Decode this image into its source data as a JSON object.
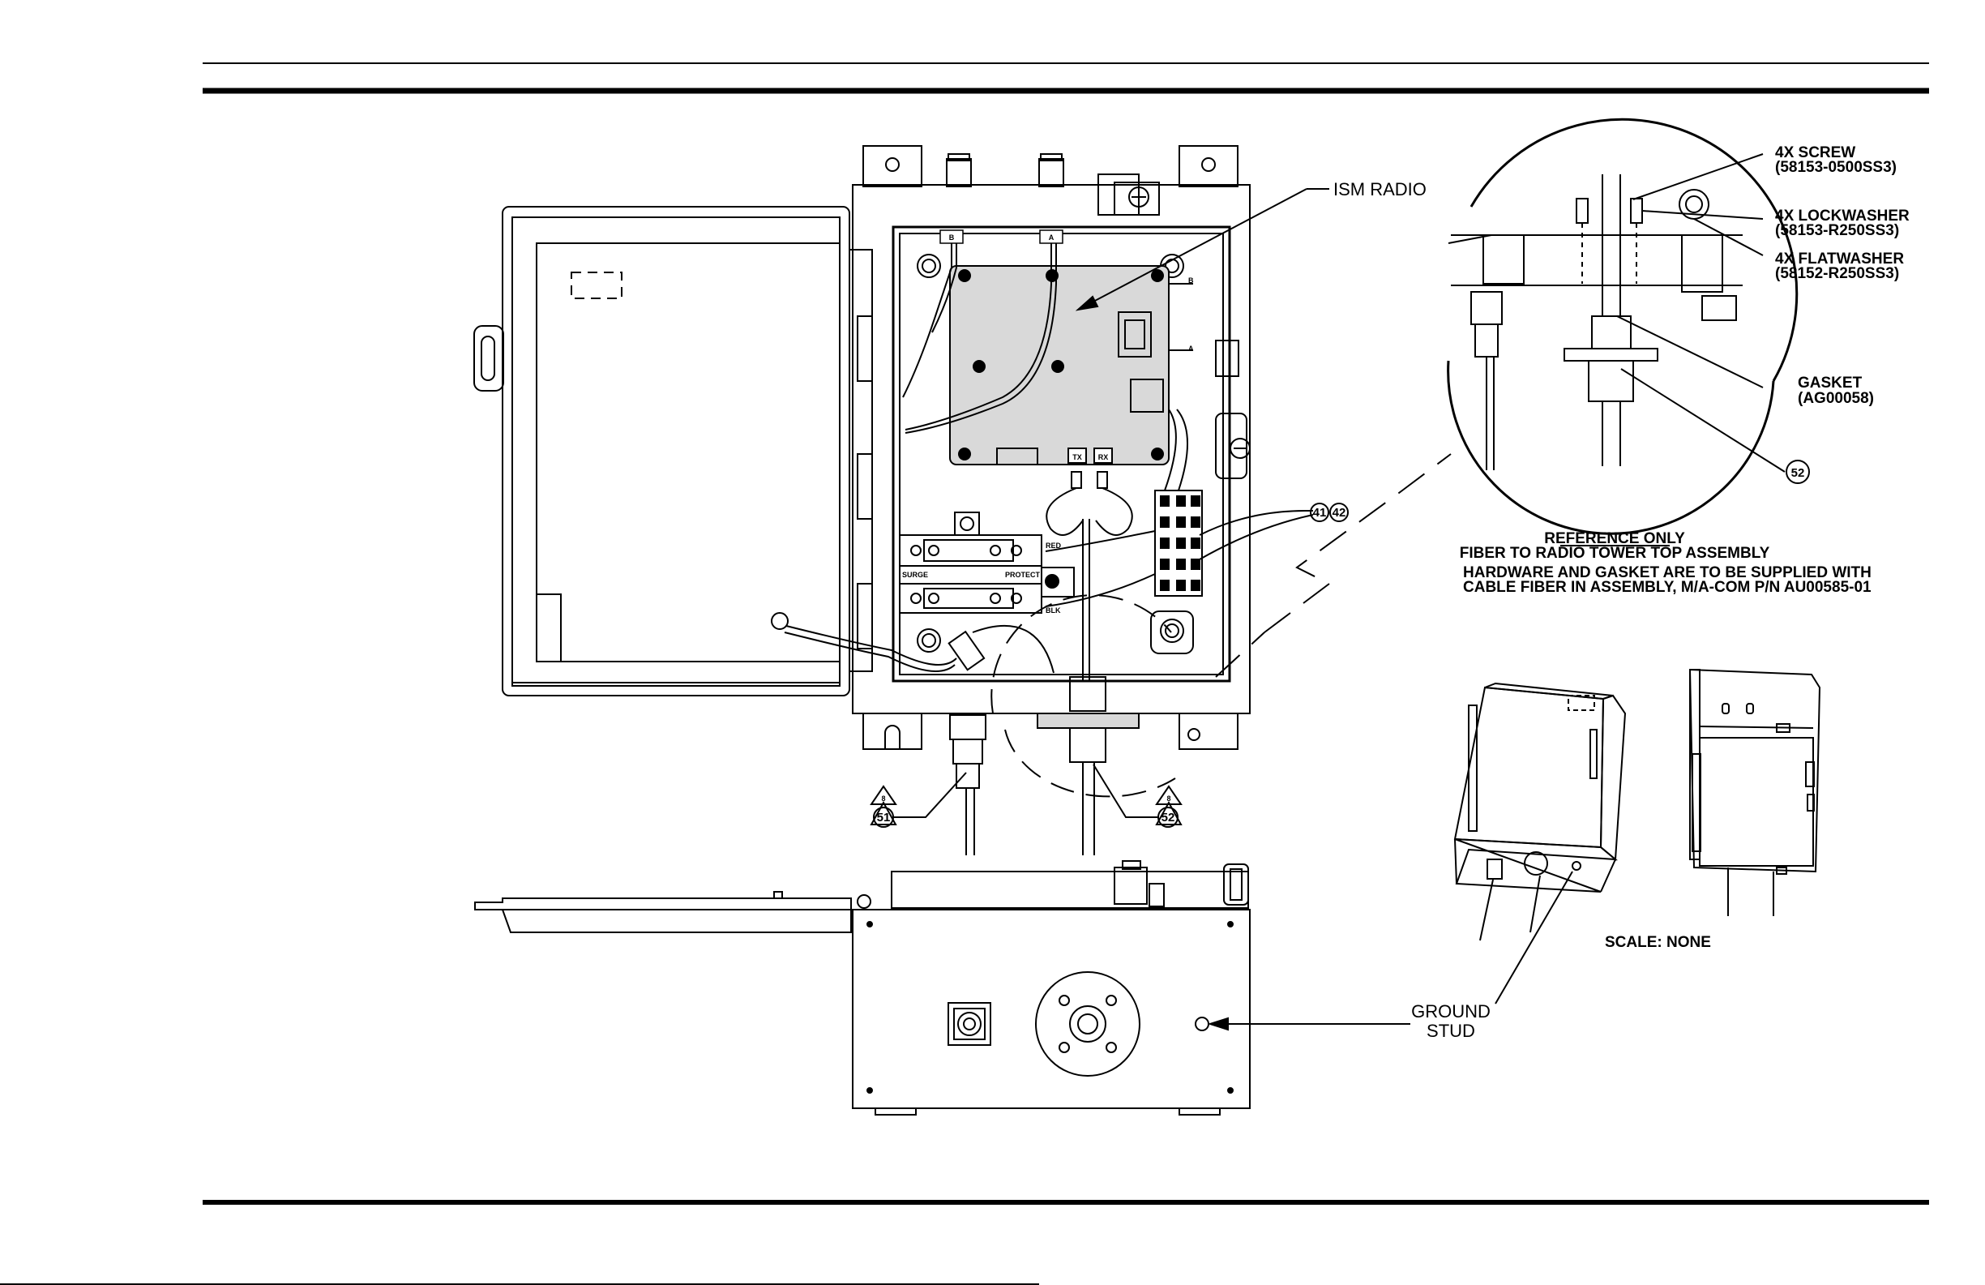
{
  "labels": {
    "ism_radio": "ISM RADIO",
    "screw": "4X SCREW",
    "screw_pn": "(58153-0500SS3)",
    "lockwasher": "4X LOCKWASHER",
    "lockwasher_pn": "(58153-R250SS3)",
    "flatwasher": "4X FLATWASHER",
    "flatwasher_pn": "(58152-R250SS3)",
    "gasket": "GASKET",
    "gasket_pn": "(AG00058)",
    "ref_title": "REFERENCE ONLY",
    "ref_sub": "FIBER TO RADIO TOWER TOP ASSEMBLY",
    "ref_note1": "HARDWARE AND GASKET ARE TO BE SUPPLIED WITH",
    "ref_note2": "CABLE FIBER IN ASSEMBLY, M/A-COM P/N AU00585-01",
    "scale": "SCALE: NONE",
    "ground1": "GROUND",
    "ground2": "STUD",
    "conn_b": "B",
    "conn_a": "A",
    "tx": "TX",
    "rx": "RX",
    "red": "RED",
    "blk": "BLK",
    "surge": "SURGE",
    "protect": "PROTECT",
    "side_b": "B",
    "side_a": "A"
  },
  "callouts": {
    "c41": "41",
    "c42": "42",
    "c51": "51",
    "c52_main": "52",
    "c52_detail": "52",
    "flag_left": "8",
    "flag_right": "8"
  },
  "colors": {
    "line": "#000000",
    "radio_fill": "#d9d9d9",
    "background": "#ffffff"
  }
}
